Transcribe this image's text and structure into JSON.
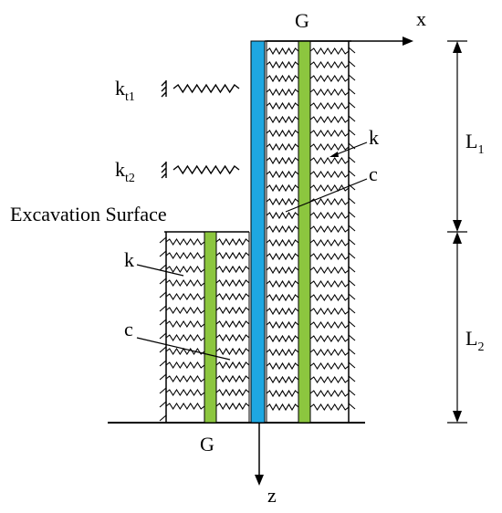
{
  "labels": {
    "x_axis": "x",
    "z_axis": "z",
    "g_top": "G",
    "g_bottom": "G",
    "kt1_main": "k",
    "kt1_sub": "t1",
    "kt2_main": "k",
    "kt2_sub": "t2",
    "k_right": "k",
    "c_right": "c",
    "k_left": "k",
    "c_left": "c",
    "excavation": "Excavation Surface",
    "l1_main": "L",
    "l1_sub": "1",
    "l2_main": "L",
    "l2_sub": "2"
  },
  "colors": {
    "wall": "#1ea7e1",
    "shear_layer": "#8cc63f",
    "line": "#000000"
  },
  "icons": {
    "spring": "spring-icon",
    "ground": "ground-hatch-icon"
  }
}
